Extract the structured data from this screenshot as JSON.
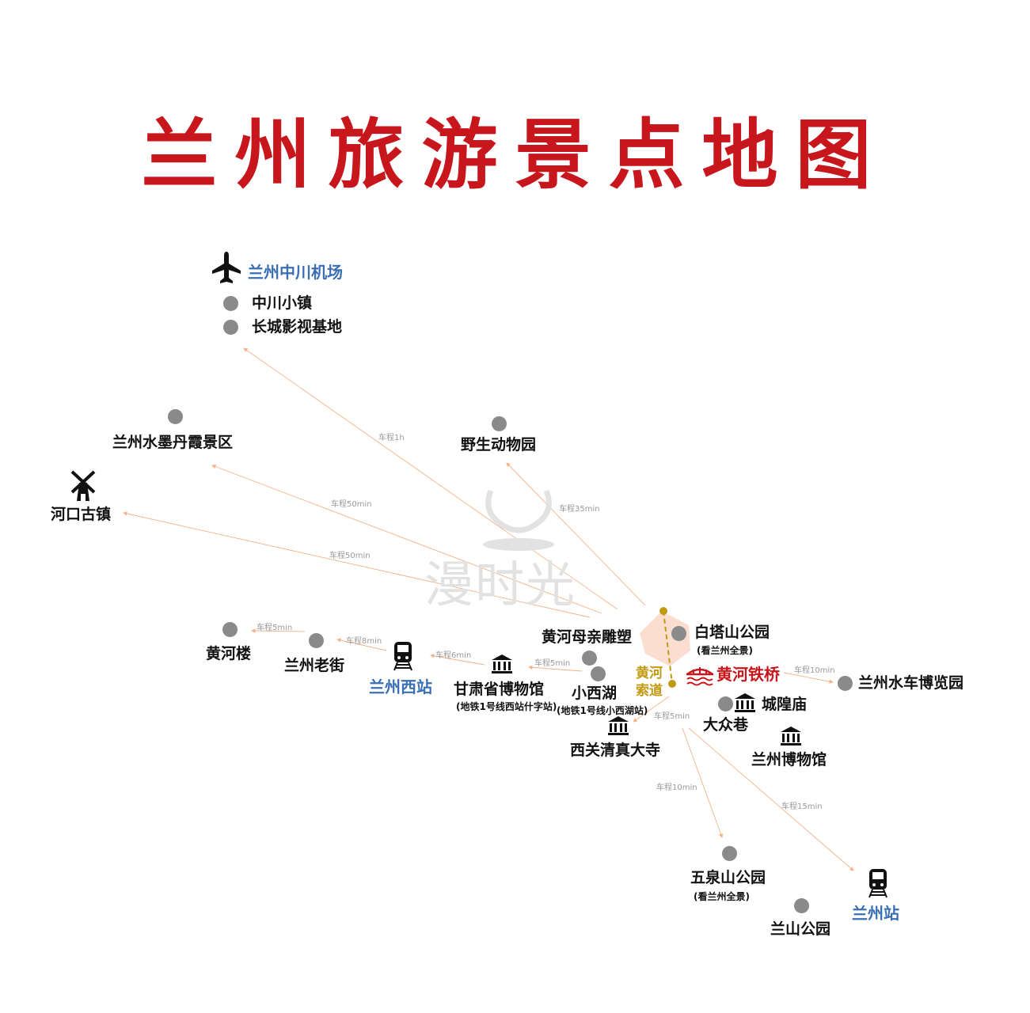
{
  "title": "兰州旅游景点地图",
  "watermark": "漫时光",
  "colors": {
    "title": "#c8161d",
    "station": "#3a6fb4",
    "bridge": "#c8161d",
    "ropeway": "#c19a12",
    "route_line": "#f0a06a",
    "dot": "#8a8a8a"
  },
  "places": {
    "airport": "兰州中川机场",
    "zhongchuan_town": "中川小镇",
    "great_wall_studio": "长城影视基地",
    "danxia": "兰州水墨丹霞景区",
    "hekou": "河口古镇",
    "zoo": "野生动物园",
    "yellow_river_tower": "黄河楼",
    "old_street": "兰州老街",
    "west_station": "兰州西站",
    "gansu_museum": "甘肃省博物馆",
    "gansu_museum_note": "(地铁1号线西站什字站)",
    "xiaoxihu": "小西湖",
    "xiaoxihu_note": "(地铁1号线小西湖站)",
    "mother_statue": "黄河母亲雕塑",
    "baita_park": "白塔山公园",
    "baita_note": "(看兰州全景)",
    "ropeway": "黄河\n索道",
    "iron_bridge": "黄河铁桥",
    "waterwheel": "兰州水车博览园",
    "dazhong_lane": "大众巷",
    "chenghuang_temple": "城隍庙",
    "lanzhou_museum": "兰州博物馆",
    "xiguan_mosque": "西关清真大寺",
    "wuquan_park": "五泉山公园",
    "wuquan_note": "(看兰州全景)",
    "lanshan_park": "兰山公园",
    "lanzhou_station": "兰州站"
  },
  "times": {
    "airport": "车程1h",
    "danxia": "车程50min",
    "hekou": "车程50min",
    "zoo": "车程35min",
    "yellow_river_tower": "车程5min",
    "old_street": "车程8min",
    "west_station": "车程6min",
    "museum": "车程5min",
    "mosque": "车程5min",
    "waterwheel": "车程10min",
    "wuquan": "车程10min",
    "lanzhou_station": "车程15min"
  }
}
